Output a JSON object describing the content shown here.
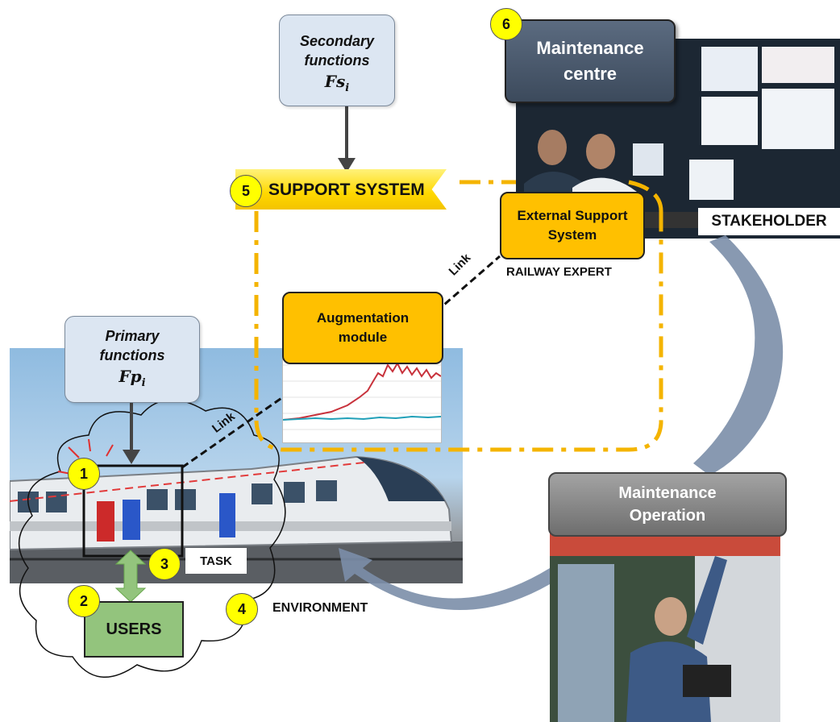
{
  "secondary": {
    "title": "Secondary functions",
    "symbol": "Fs",
    "sub": "i"
  },
  "primary": {
    "title": "Primary functions",
    "symbol": "Fp",
    "sub": "i"
  },
  "support_system": {
    "label": "SUPPORT SYSTEM",
    "number": "5"
  },
  "maintenance_centre": {
    "label": "Maintenance centre",
    "number": "6"
  },
  "external_support": {
    "label": "External Support System"
  },
  "stakeholder": "STAKEHOLDER",
  "railway_expert": "RAILWAY EXPERT",
  "augmentation": {
    "label": "Augmentation module"
  },
  "links": [
    "Link",
    "Link"
  ],
  "users": {
    "label": "USERS",
    "number": "2"
  },
  "task": {
    "label": "TASK",
    "number": "3"
  },
  "environment": {
    "label": "ENVIRONMENT",
    "number": "4"
  },
  "primary_number": "1",
  "maintenance_operation": {
    "label": "Maintenance Operation"
  },
  "colors": {
    "orange": "#ffc000",
    "dashed_orange": "#f4b400",
    "yellow_badge": "#ffff00",
    "func_box": "#dce6f2",
    "users_green": "#93c47d",
    "arrow_blue": "#7b8ea8"
  }
}
